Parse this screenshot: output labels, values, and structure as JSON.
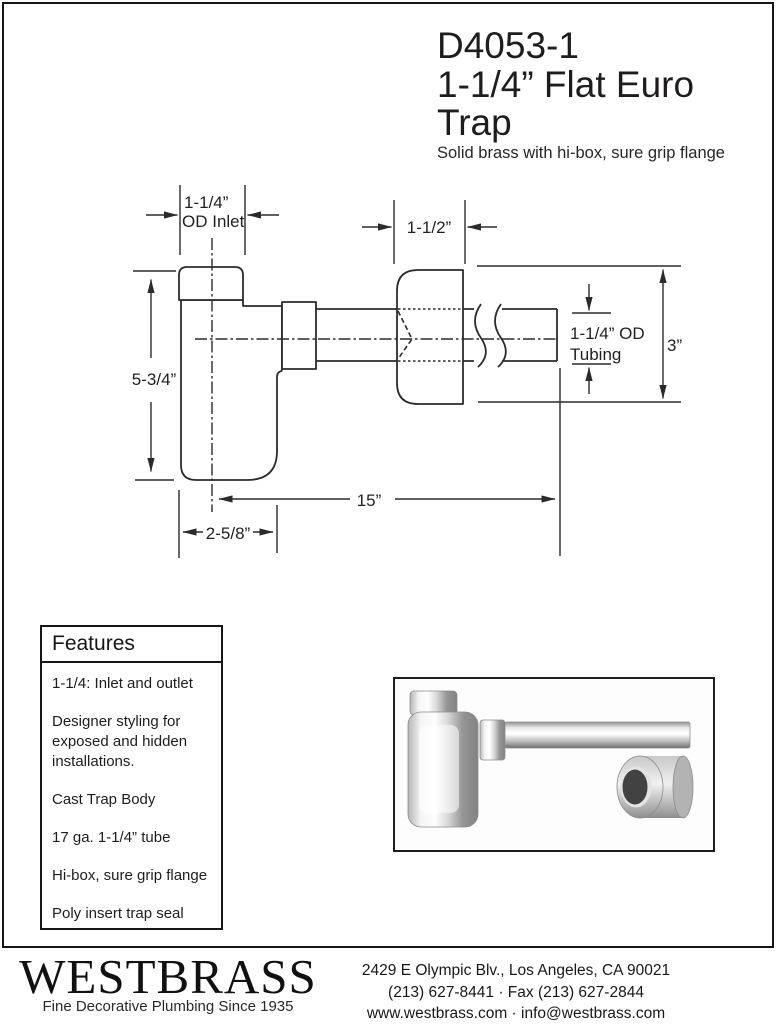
{
  "header": {
    "model": "D4053-1",
    "product_name": "1-1/4” Flat Euro Trap",
    "subtitle": "Solid brass with hi-box, sure grip flange"
  },
  "drawing": {
    "labels": {
      "inlet_od_1": "1-1/4”",
      "inlet_od_2": "OD Inlet",
      "flange_width": "1-1/2”",
      "body_height": "5-3/4”",
      "tubing_od_1": "1-1/4” OD",
      "tubing_od_2": "Tubing",
      "flange_height": "3”",
      "length": "15”",
      "trap_offset": "2-5/8”"
    }
  },
  "features": {
    "title": "Features",
    "items": [
      "1-1/4: Inlet and outlet",
      "Designer styling for exposed and hidden installations.",
      "Cast Trap Body",
      "17 ga. 1-1/4” tube",
      "Hi-box, sure grip flange",
      "Poly insert trap seal"
    ]
  },
  "footer": {
    "logo": "WESTBRASS",
    "tagline": "Fine Decorative Plumbing Since 1935",
    "address": "2429 E Olympic Blv., Los Angeles, CA 90021",
    "phone_fax": "(213) 627-8441 · Fax (213) 627-2844",
    "web_email": "www.westbrass.com · info@westbrass.com"
  }
}
